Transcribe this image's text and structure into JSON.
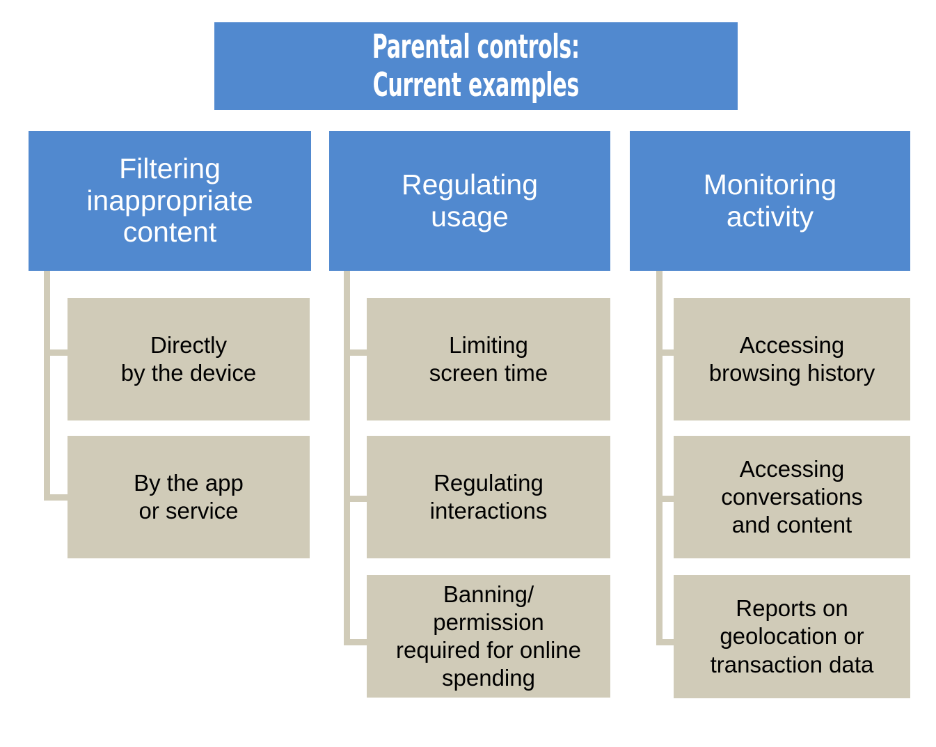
{
  "colors": {
    "header_blue": "#5189CF",
    "child_tan": "#D0CBB8",
    "header_text": "#FFFFFF",
    "child_text": "#000000",
    "background": "#FFFFFF",
    "connector": "#D0CBB8"
  },
  "title": {
    "line1": "Parental controls:",
    "line2": "Current examples"
  },
  "columns": [
    {
      "header": {
        "line1": "Filtering",
        "line2": "inappropriate",
        "line3": "content"
      },
      "children": [
        {
          "line1": "Directly",
          "line2": "by the device"
        },
        {
          "line1": "By the app",
          "line2": "or service"
        }
      ]
    },
    {
      "header": {
        "line1": "Regulating",
        "line2": "usage",
        "line3": ""
      },
      "children": [
        {
          "line1": "Limiting",
          "line2": "screen time"
        },
        {
          "line1": "Regulating",
          "line2": "interactions"
        },
        {
          "line1": "Banning/",
          "line2": "permission",
          "line3": "required for online",
          "line4": "spending"
        }
      ]
    },
    {
      "header": {
        "line1": "Monitoring",
        "line2": "activity",
        "line3": ""
      },
      "children": [
        {
          "line1": "Accessing",
          "line2": "browsing history"
        },
        {
          "line1": "Accessing",
          "line2": "conversations",
          "line3": "and content"
        },
        {
          "line1": "Reports on",
          "line2": "geolocation or",
          "line3": "transaction data"
        }
      ]
    }
  ]
}
